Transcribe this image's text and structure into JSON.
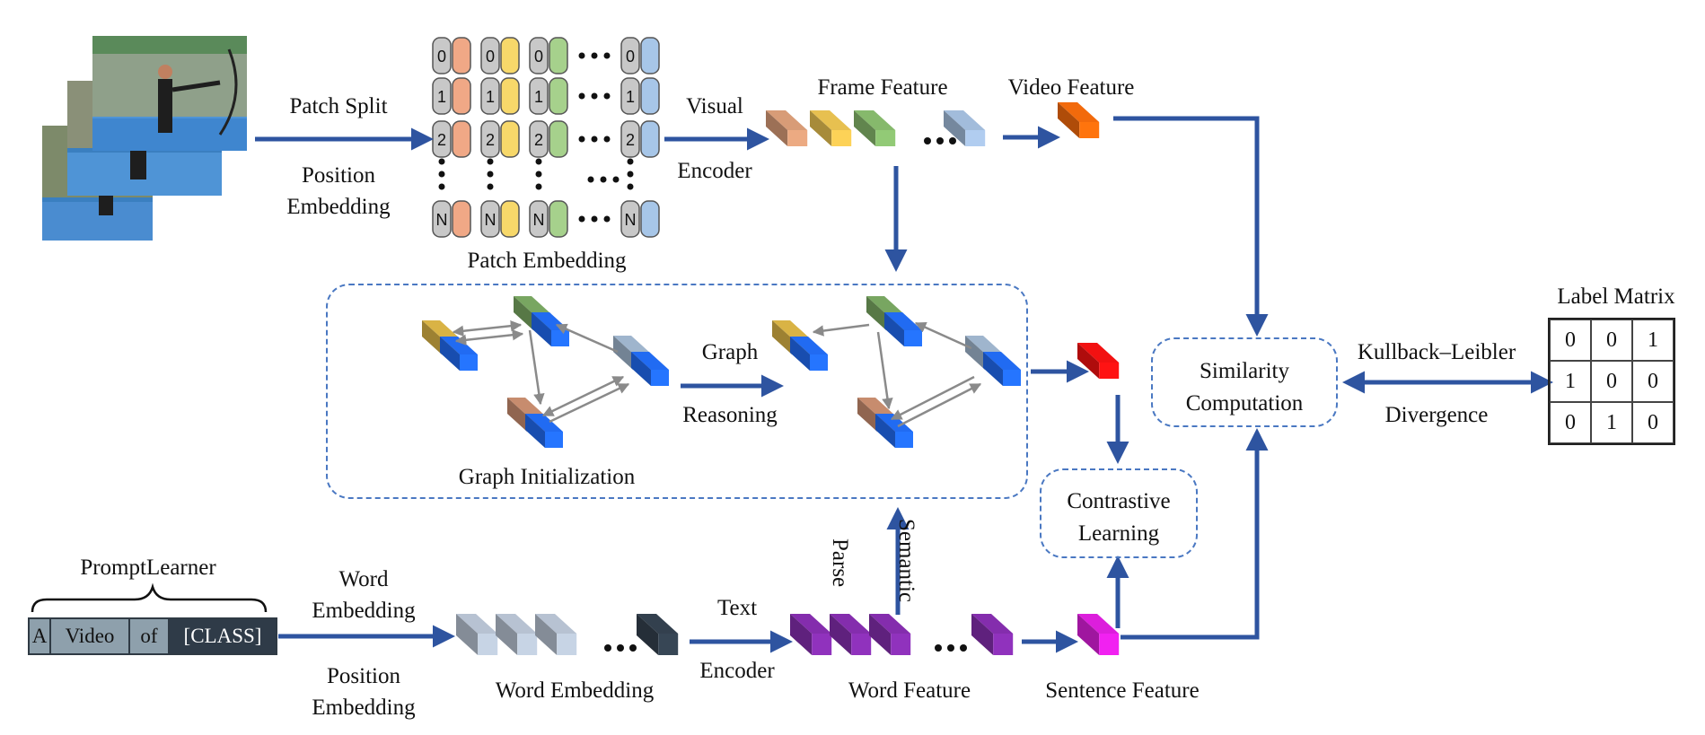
{
  "labels": {
    "patch_split": "Patch Split",
    "position_embedding": "Position\nEmbedding",
    "patch_embedding": "Patch Embedding",
    "visual": "Visual",
    "encoder_v": "Encoder",
    "frame_feature": "Frame Feature",
    "video_feature": "Video Feature",
    "graph": "Graph",
    "reasoning": "Reasoning",
    "graph_init": "Graph Initialization",
    "similarity": "Similarity\nComputation",
    "kl_top": "Kullback–Leibler",
    "kl_bottom": "Divergence",
    "label_matrix": "Label Matrix",
    "contrastive": "Contrastive\nLearning",
    "prompt_learner": "PromptLearner",
    "word_embedding_top": "Word\nEmbedding",
    "position_embedding_2": "Position\nEmbedding",
    "word_embedding": "Word Embedding",
    "text": "Text",
    "encoder_t": "Encoder",
    "word_feature": "Word Feature",
    "sentence_feature": "Sentence Feature",
    "parse": "Parse",
    "semantic": "Semantic"
  },
  "prompt_tokens": [
    "A",
    "Video",
    "of",
    "[CLASS]"
  ],
  "patch_rows": [
    "0",
    "1",
    "2",
    "N"
  ],
  "label_matrix": [
    [
      "0",
      "0",
      "1"
    ],
    [
      "1",
      "0",
      "0"
    ],
    [
      "0",
      "1",
      "0"
    ]
  ],
  "colors": {
    "arrow": "#2e54a0",
    "dash": "#4a78c2",
    "patch_frame1": "#f0a886",
    "patch_frame2": "#f7d86a",
    "patch_frame3": "#a6d18c",
    "patch_frameT": "#a7c6e8",
    "video_feature": "#e0620b",
    "graph_node_blue": "#1f63e0",
    "fused_feature": "#e01010",
    "word_embedding": "#a9b4c2",
    "word_embedding_last": "#2f3b48",
    "word_feature": "#7a2aa0",
    "sentence_feature": "#cc1ccc"
  }
}
